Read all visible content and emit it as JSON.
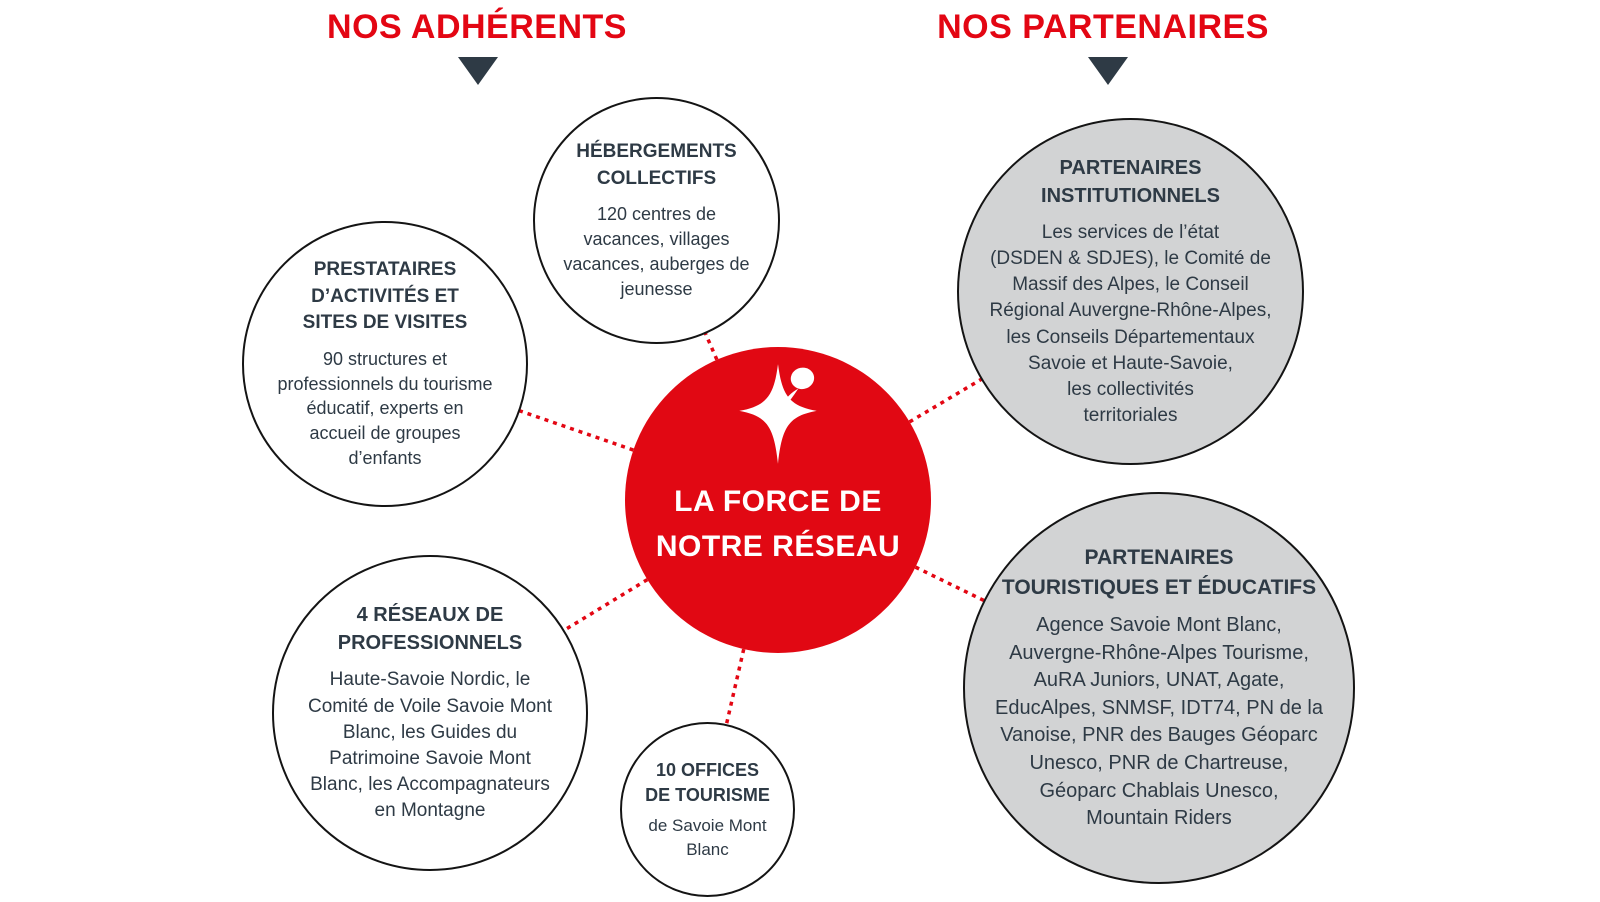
{
  "colors": {
    "brand_red": "#e30613",
    "center_circle_red": "#e10813",
    "dark_slate": "#2e3a45",
    "gray_circle_fill": "#d2d3d4",
    "circle_border": "#141414",
    "connector_red": "#e30613",
    "white": "#ffffff"
  },
  "headers": {
    "adherents": {
      "label": "NOS ADHÉRENTS"
    },
    "partenaires": {
      "label": "NOS  PARTENAIRES"
    }
  },
  "center": {
    "title": "LA FORCE DE\nNOTRE RÉSEAU",
    "logo": "star-person-logo"
  },
  "circles": [
    {
      "id": "hebergements-collectifs",
      "group": "adherents",
      "style": "white",
      "title": "HÉBERGEMENTS\nCOLLECTIFS",
      "body": "120 centres de\nvacances, villages\nvacances, auberges de\njeunesse"
    },
    {
      "id": "prestataires-activites",
      "group": "adherents",
      "style": "white",
      "title": "PRESTATAIRES\nD’ACTIVITÉS ET\nSITES DE VISITES",
      "body": "90 structures et\nprofessionnels du tourisme\néducatif, experts en\naccueil de groupes\nd’enfants"
    },
    {
      "id": "reseaux-professionnels",
      "group": "adherents",
      "style": "white",
      "title": "4 RÉSEAUX DE\nPROFESSIONNELS",
      "body": "Haute-Savoie Nordic, le\nComité de Voile Savoie Mont\nBlanc, les Guides du\nPatrimoine Savoie Mont\nBlanc, les Accompagnateurs\nen Montagne"
    },
    {
      "id": "offices-de-tourisme",
      "group": "adherents",
      "style": "white",
      "title": "10 OFFICES\nDE TOURISME",
      "body": "de Savoie Mont\nBlanc"
    },
    {
      "id": "partenaires-institutionnels",
      "group": "partenaires",
      "style": "gray",
      "title": "PARTENAIRES\nINSTITUTIONNELS",
      "body": "Les services de l’état\n(DSDEN & SDJES), le Comité de\nMassif des Alpes, le Conseil\nRégional Auvergne-Rhône-Alpes,\nles Conseils Départementaux\nSavoie et Haute-Savoie,\nles collectivités\nterritoriales"
    },
    {
      "id": "partenaires-touristiques",
      "group": "partenaires",
      "style": "gray",
      "title": "PARTENAIRES\nTOURISTIQUES ET ÉDUCATIFS",
      "body": "Agence Savoie Mont Blanc,\nAuvergne-Rhône-Alpes Tourisme,\nAuRA Juniors, UNAT, Agate,\nEducAlpes, SNMSF, IDT74, PN de la\nVanoise, PNR des Bauges Géoparc\nUnesco, PNR de Chartreuse,\nGéoparc Chablais Unesco,\nMountain Riders"
    }
  ]
}
